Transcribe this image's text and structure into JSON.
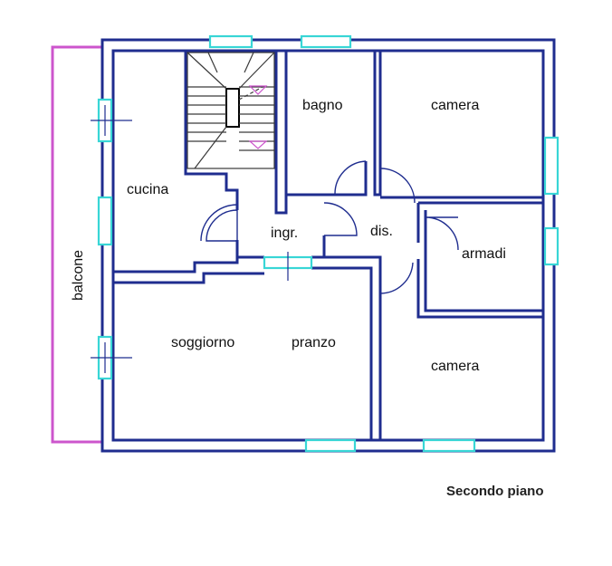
{
  "plan": {
    "rooms": {
      "bagno": "bagno",
      "camera_top": "camera",
      "cucina": "cucina",
      "ingresso": "ingr.",
      "disimpegno": "dis.",
      "armadi": "armadi",
      "soggiorno": "soggiorno",
      "pranzo": "pranzo",
      "camera_bottom": "camera",
      "balcone": "balcone"
    },
    "floor_caption": "Secondo piano"
  },
  "colors": {
    "walls": "#1f2d8f",
    "windows": "#38d6d6",
    "balcony": "#cc55cc",
    "stairs": "#3a3a3a"
  }
}
